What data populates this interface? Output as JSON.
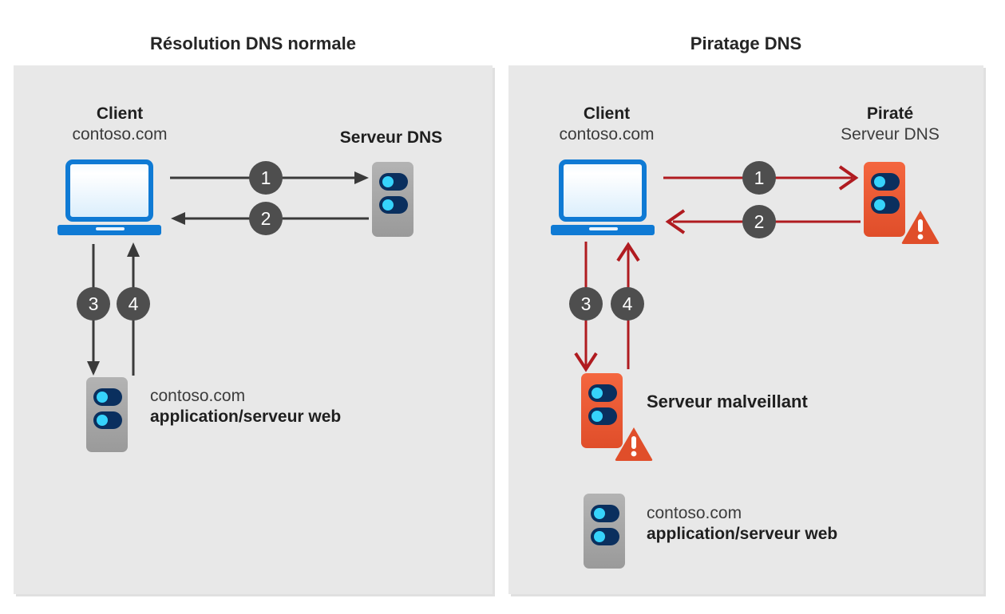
{
  "panels": [
    {
      "title": "Résolution DNS normale",
      "nodes": {
        "client": {
          "bold": "Client",
          "regular": "contoso.com"
        },
        "dns_server": {
          "bold": "Serveur DNS"
        },
        "web_server": {
          "regular": "contoso.com",
          "bold": "application/serveur web"
        }
      },
      "steps": [
        "1",
        "2",
        "3",
        "4"
      ],
      "arrow_color": "#3a3a3a"
    },
    {
      "title": "Piratage DNS",
      "nodes": {
        "client": {
          "bold": "Client",
          "regular": "contoso.com"
        },
        "dns_server": {
          "bold": "Piraté",
          "regular": "Serveur DNS"
        },
        "rogue_server": {
          "bold": "Serveur malveillant"
        },
        "web_server": {
          "regular": "contoso.com",
          "bold": "application/serveur web"
        }
      },
      "steps": [
        "1",
        "2",
        "3",
        "4"
      ],
      "arrow_color": "#b01b20"
    }
  ],
  "colors": {
    "panel_background": "#e8e8e8",
    "page_background": "#ffffff",
    "badge_fill": "#4e4e4e",
    "badge_text": "#ffffff",
    "laptop_blue": "#0f7ad4",
    "server_grey": "#a5a5a5",
    "server_red": "#e8512b",
    "server_pill": "#0a2f5e",
    "server_dot": "#36d3fb",
    "arrow_black": "#3a3a3a",
    "arrow_red": "#b01b20",
    "title_text": "#262626",
    "warning_orange": "#e04e2a"
  }
}
